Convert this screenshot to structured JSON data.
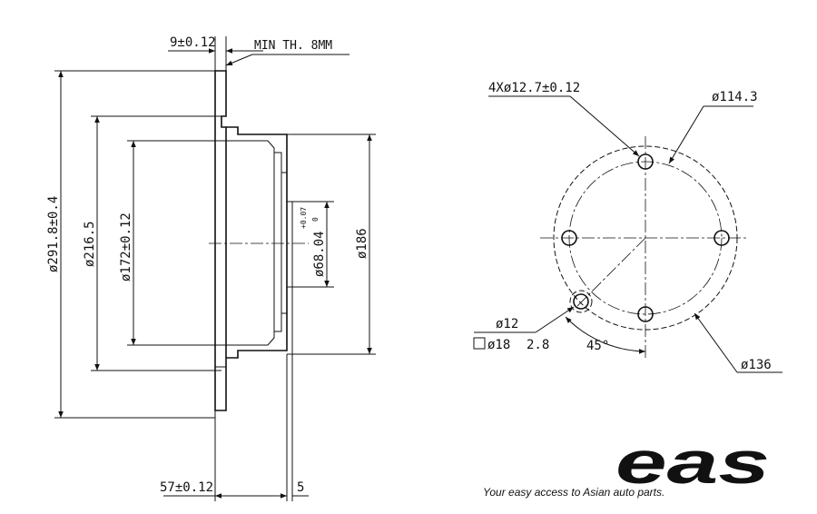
{
  "side_view": {
    "thickness": "9±0.12",
    "min_thickness": "MIN TH. 8MM",
    "outer_diameter": "ø291.8±0.4",
    "diameter_216": "ø216.5",
    "diameter_172": "ø172±0.12",
    "center_bore": "ø68.04",
    "center_bore_tol_upper": "+0.07",
    "center_bore_tol_lower": "0",
    "hat_diameter": "ø186",
    "height": "57±0.12",
    "hat_offset": "5"
  },
  "front_view": {
    "bolt_holes": "4Xø12.7±0.12",
    "pcd": "ø114.3",
    "hole_small": "ø12",
    "counterbore": "ø18",
    "counterbore_depth": "2.8",
    "angle": "45°",
    "circle_136": "ø136"
  },
  "logo": {
    "brand": "eas",
    "tagline": "Your easy access to Asian auto parts."
  }
}
